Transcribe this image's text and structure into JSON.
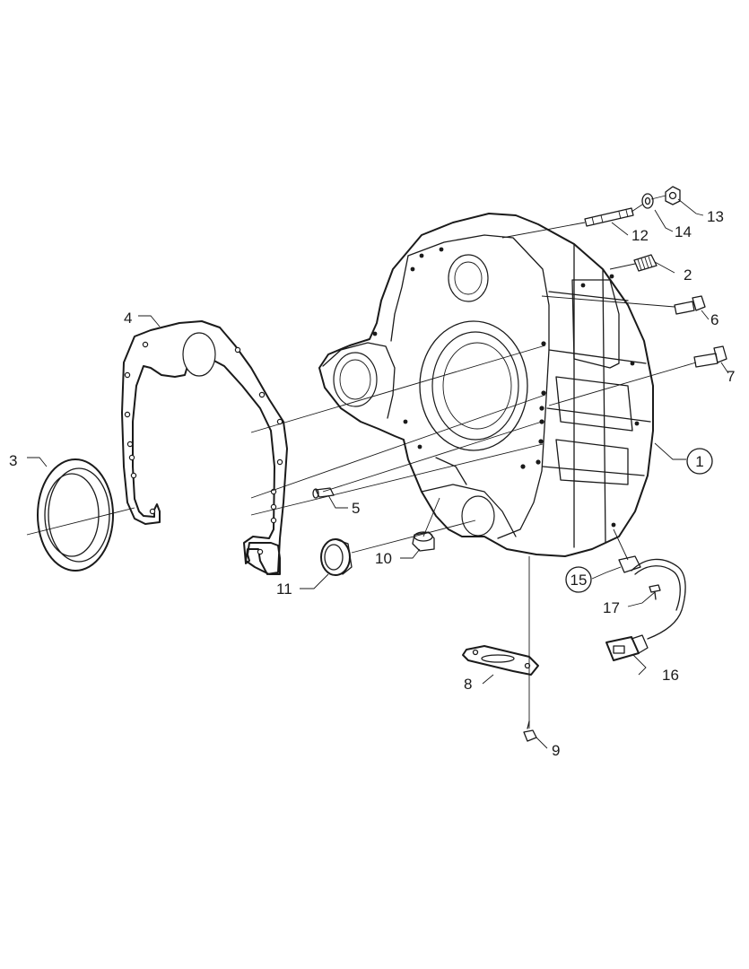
{
  "callouts": [
    {
      "id": "c1",
      "text": "1",
      "circled": true
    },
    {
      "id": "c2",
      "text": "2"
    },
    {
      "id": "c3",
      "text": "3"
    },
    {
      "id": "c4",
      "text": "4"
    },
    {
      "id": "c5",
      "text": "5"
    },
    {
      "id": "c6",
      "text": "6"
    },
    {
      "id": "c7",
      "text": "7"
    },
    {
      "id": "c8",
      "text": "8"
    },
    {
      "id": "c9",
      "text": "9"
    },
    {
      "id": "c10",
      "text": "10"
    },
    {
      "id": "c11",
      "text": "11"
    },
    {
      "id": "c12",
      "text": "12"
    },
    {
      "id": "c13",
      "text": "13"
    },
    {
      "id": "c14",
      "text": "14"
    },
    {
      "id": "c15",
      "text": "15",
      "circled": true
    },
    {
      "id": "c16",
      "text": "16"
    },
    {
      "id": "c17",
      "text": "17"
    }
  ],
  "colors": {
    "ink": "#1a1a1a",
    "paper": "#ffffff"
  }
}
